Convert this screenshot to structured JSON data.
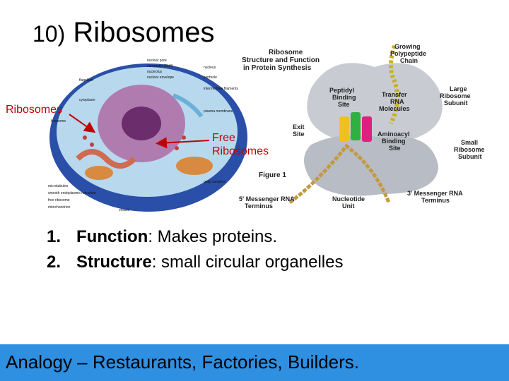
{
  "title": {
    "number": "10)",
    "text": "Ribosomes"
  },
  "labels": {
    "ribosomes": "Ribosomes",
    "free_line1": "Free",
    "free_line2": "Ribosomes"
  },
  "cell_labels": [
    "nuclear pore",
    "chromatin (DNA)",
    "nucleolus",
    "nuclear envelope",
    "nucleus",
    "flagellum",
    "centriole",
    "intermediate filaments",
    "cytoplasm",
    "plasma membrane",
    "lysosome",
    "microtubules",
    "smooth endoplasmic reticulum",
    "free ribosome",
    "mitochondrion",
    "vesicle",
    "golgi complex"
  ],
  "ribosome_figure": {
    "heading": [
      "Ribosome",
      "Structure and Function",
      "in Protein Synthesis"
    ],
    "growing_chain": [
      "Growing",
      "Polypeptide",
      "Chain"
    ],
    "peptidyl": [
      "Peptidyl",
      "Binding",
      "Site"
    ],
    "trna": [
      "Transfer",
      "RNA",
      "Molecules"
    ],
    "large_subunit": [
      "Large",
      "Ribosome",
      "Subunit"
    ],
    "exit_site": [
      "Exit",
      "Site"
    ],
    "aminoacyl": [
      "Aminoacyl",
      "Binding",
      "Site"
    ],
    "small_subunit": [
      "Small",
      "Ribosome",
      "Subunit"
    ],
    "figure": "Figure 1",
    "mrna5": [
      "5' Messenger RNA",
      "Terminus"
    ],
    "nucleotide": [
      "Nucleotide",
      "Unit"
    ],
    "mrna3": [
      "3' Messenger RNA",
      "Terminus"
    ]
  },
  "list": [
    {
      "num": "1.",
      "term": "Function",
      "rest": ":  Makes proteins."
    },
    {
      "num": "2.",
      "term": "Structure",
      "rest": ": small circular organelles"
    }
  ],
  "footer": "Analogy – Restaurants, Factories, Builders.",
  "colors": {
    "footer_bar": "#2f8fe0",
    "label_red": "#c00000",
    "cell_body": "#4a70c0",
    "ribosome_gray": "#c8ccd2"
  }
}
